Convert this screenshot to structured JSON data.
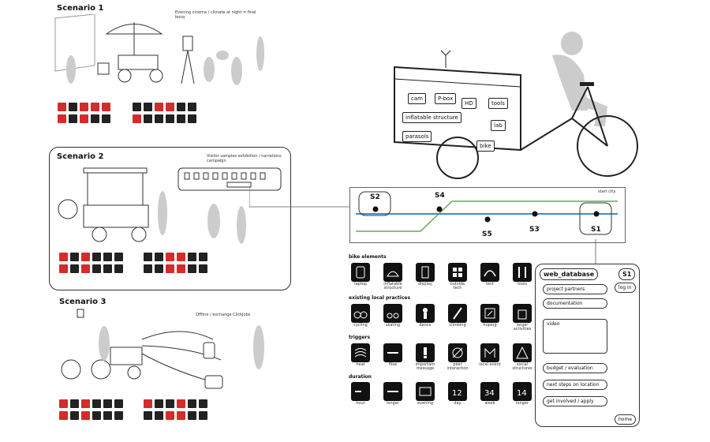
{
  "scenario1": {
    "title": "Scenario 1",
    "note": "Evening cinema / climate at night = final bosq"
  },
  "scenario2": {
    "title": "Scenario 2",
    "note": "Visitor samples exhibition / narrations campaign"
  },
  "scenario3": {
    "title": "Scenario 3",
    "note": "Offline / exchange ClickJobs"
  },
  "map": {
    "stops": [
      {
        "label": "S2"
      },
      {
        "label": "S4"
      },
      {
        "label": "S5"
      },
      {
        "label": "S3"
      },
      {
        "label": "S1"
      }
    ],
    "corner": "start city"
  },
  "bike_labels": {
    "cam": "cam",
    "pbox": "P-box",
    "hd": "HD",
    "tools": "tools",
    "inflatable": "inflatable structure",
    "parasols": "parasols",
    "lab": "lab",
    "bike": "bike"
  },
  "legend": {
    "sections": [
      {
        "title": "bike elements",
        "captions": [
          "laptop",
          "inflatable structure",
          "display",
          "outside tech",
          "tent",
          "tools"
        ]
      },
      {
        "title": "existing local practices",
        "captions": [
          "cycling",
          "skating",
          "dance",
          "climbing",
          "hoping",
          "larger activities"
        ]
      },
      {
        "title": "triggers",
        "captions": [
          "heat",
          "flow",
          "important message",
          "peer interaction",
          "local event",
          "social structures"
        ]
      },
      {
        "title": "duration",
        "captions": [
          "hour",
          "longer",
          "evening",
          "day",
          "week",
          "longer"
        ]
      }
    ]
  },
  "web_database": {
    "title": "web_database",
    "badge": "S1",
    "login": "log in",
    "items": [
      "project partners",
      "documentation",
      "video",
      "budget / evaluation",
      "next steps on location",
      "get involved / apply"
    ],
    "home": "home"
  },
  "colors": {
    "red": "#d42b2b",
    "blue": "#3a8fd1",
    "green": "#6aa84f"
  }
}
